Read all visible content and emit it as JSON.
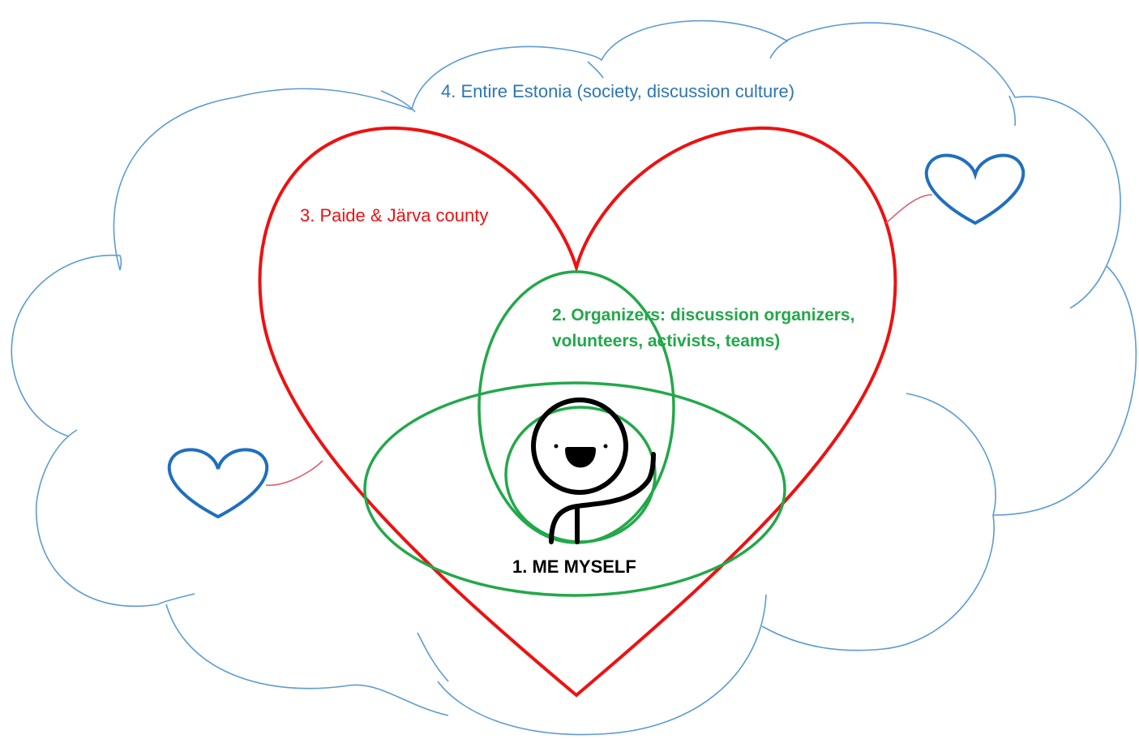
{
  "labels": {
    "level4": "4. Entire Estonia (society, discussion culture)",
    "level3": "3. Paide & Järva county",
    "level2_line1": "2. Organizers: discussion organizers,",
    "level2_line2": "volunteers, activists, teams)",
    "level1": "1. ME MYSELF"
  },
  "colors": {
    "cloud": "#5b9bd5",
    "big_heart": "#ee1111",
    "small_heart": "#1f6fc0",
    "connector": "#e06070",
    "ellipses": "#22a84a",
    "stick_figure": "#000000"
  },
  "icons": [
    "cloud-shape",
    "big-heart-shape",
    "small-heart-icon",
    "stick-figure-icon"
  ]
}
